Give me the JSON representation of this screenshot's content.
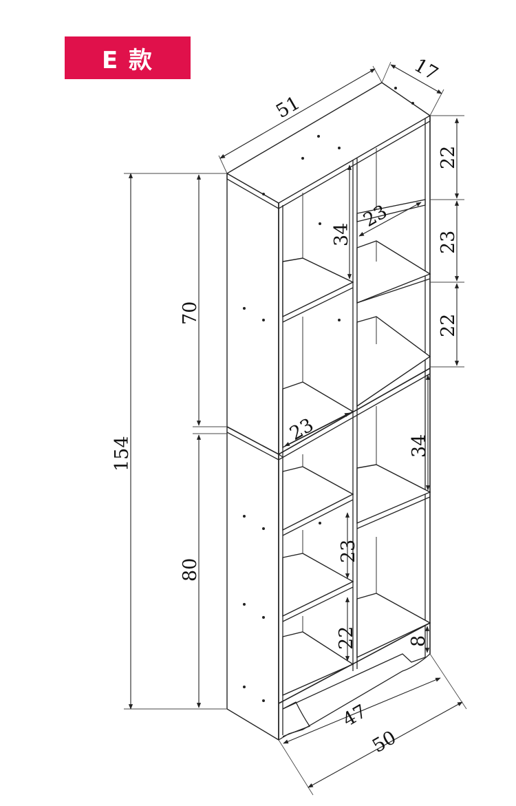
{
  "badge": {
    "label": "E 款",
    "color": "#e0114b"
  },
  "dimensions": {
    "top_width": "51",
    "depth": "17",
    "total_height": "154",
    "upper_height": "70",
    "lower_height": "80",
    "inner_upper_left": "34",
    "inner_upper_right_shelf": "23",
    "inner_mid_left_shelf": "23",
    "inner_lower_right": "34",
    "inner_lower_left_mid": "23",
    "inner_lower_left_bottom": "22",
    "right_top": "22",
    "right_mid": "23",
    "right_bottom": "22",
    "plinth": "8",
    "inner_bottom_width": "47",
    "outer_bottom_width": "50"
  }
}
